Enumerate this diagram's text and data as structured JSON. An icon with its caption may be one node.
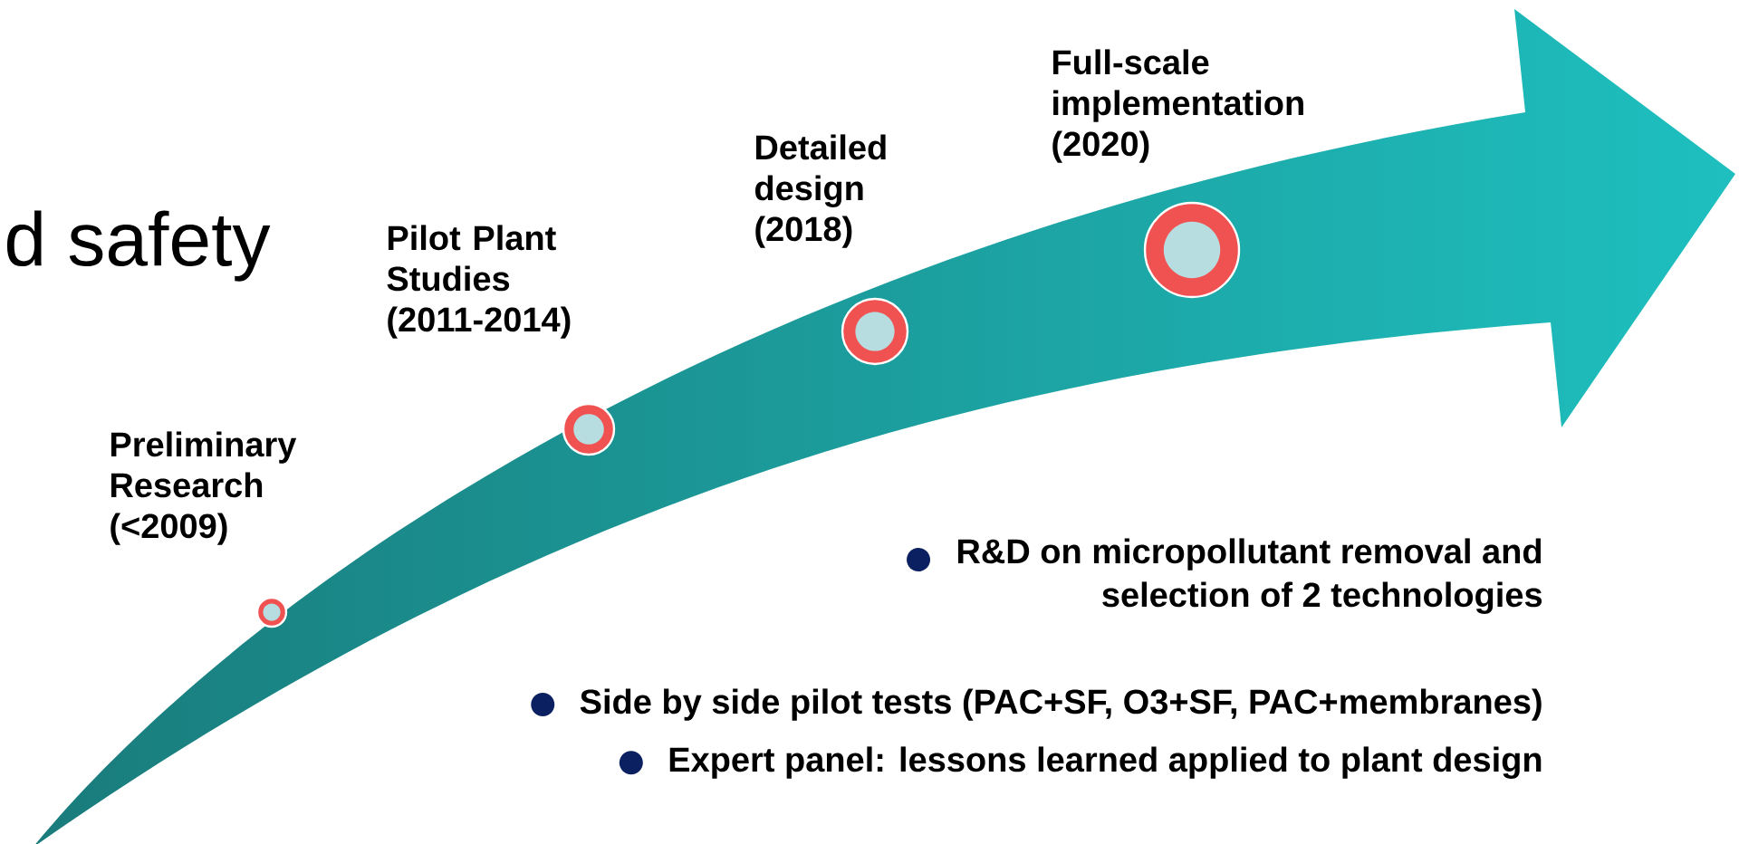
{
  "diagram": {
    "nodes": [
      {
        "text": [
          "Preliminary Research (<2009)"
        ]
      },
      {
        "text": [
          "Pilot Plant Studies (2011-2014)"
        ]
      },
      {
        "text": [
          "Detailed design (2018)"
        ]
      },
      {
        "text": [
          "Full-scale implementation (2020)"
        ]
      }
    ],
    "labels": [
      "d safety",
      "R&D on micropollutant removal and selection of 2 technologies",
      "Side by side pilot tests (PAC+SF, O3+SF, PAC+membranes)",
      "Expert panel: lessons learned applied to plant design"
    ]
  }
}
